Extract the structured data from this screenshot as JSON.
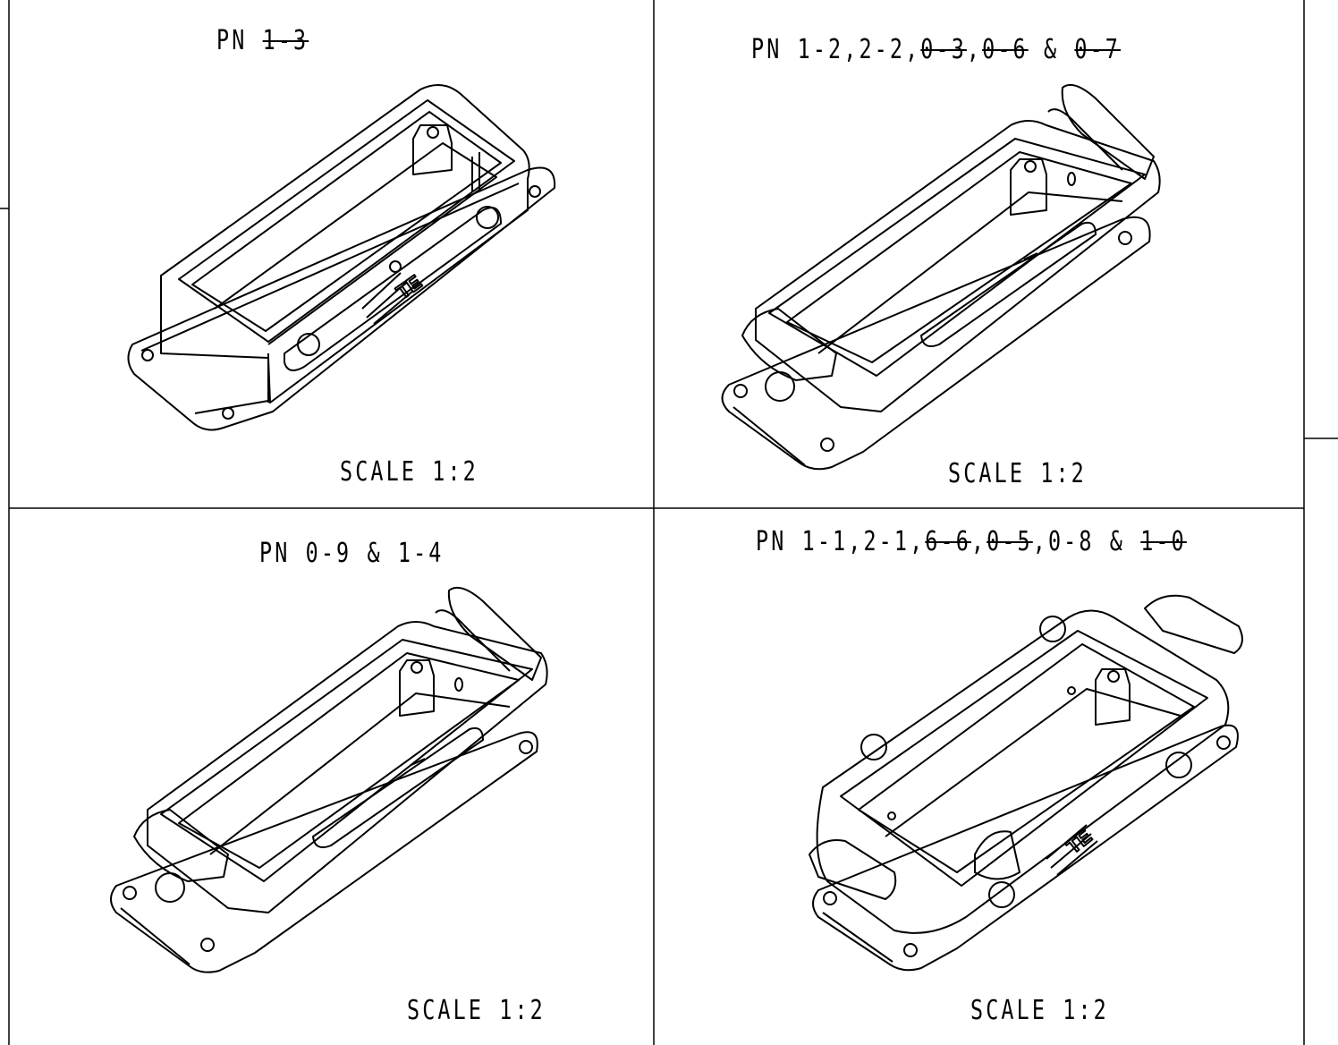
{
  "panels": [
    {
      "pn_label": "PN",
      "parts": [
        {
          "text": "1-3",
          "struck": true
        }
      ],
      "scale": "SCALE 1:2"
    },
    {
      "pn_label": "PN",
      "parts": [
        {
          "text": "1-2",
          "struck": false
        },
        {
          "text": ",",
          "struck": false
        },
        {
          "text": "2-2",
          "struck": false
        },
        {
          "text": ",",
          "struck": false
        },
        {
          "text": "0-3",
          "struck": true
        },
        {
          "text": ",",
          "struck": false
        },
        {
          "text": "0-6",
          "struck": true
        },
        {
          "text": " & ",
          "struck": false
        },
        {
          "text": "0-7",
          "struck": true
        }
      ],
      "scale": "SCALE 1:2"
    },
    {
      "pn_label": "PN",
      "parts": [
        {
          "text": "0-9",
          "struck": false
        },
        {
          "text": " & ",
          "struck": false
        },
        {
          "text": "1-4",
          "struck": false
        }
      ],
      "scale": "SCALE 1:2"
    },
    {
      "pn_label": "PN",
      "parts": [
        {
          "text": "1-1",
          "struck": false
        },
        {
          "text": ",",
          "struck": false
        },
        {
          "text": "2-1",
          "struck": false
        },
        {
          "text": ",",
          "struck": false
        },
        {
          "text": "6-6",
          "struck": true
        },
        {
          "text": ",",
          "struck": false
        },
        {
          "text": "0-5",
          "struck": true
        },
        {
          "text": ",",
          "struck": false
        },
        {
          "text": "0-8",
          "struck": false
        },
        {
          "text": " & ",
          "struck": false
        },
        {
          "text": "1-0",
          "struck": true
        }
      ],
      "scale": "SCALE 1:2"
    }
  ],
  "logo_text": "TE"
}
